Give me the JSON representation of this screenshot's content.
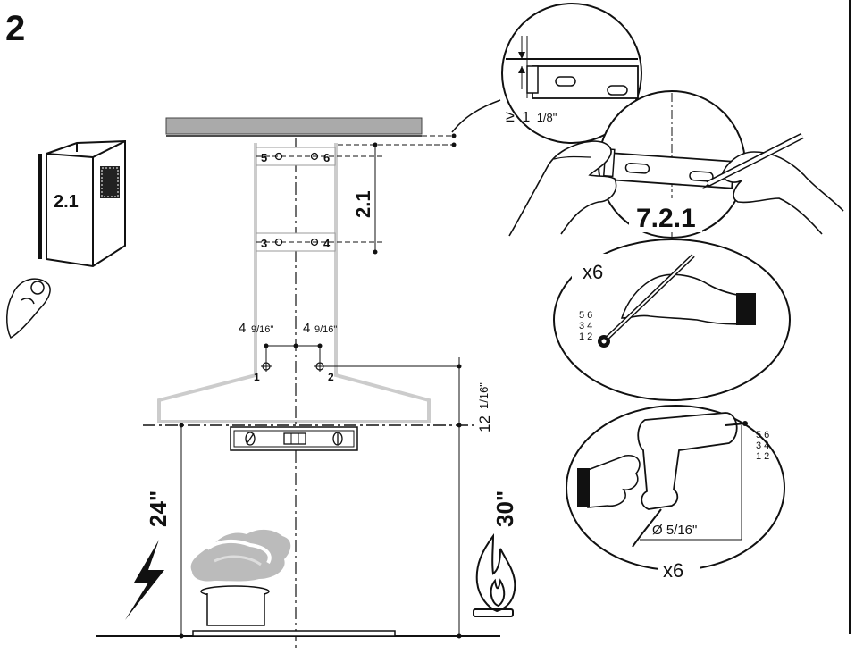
{
  "step_number": "2",
  "cabinet_label": "2.1",
  "distance_vertical": "2.1",
  "hole_numbers": {
    "h5": "5",
    "h6": "6",
    "h3": "3",
    "h4": "4",
    "h1": "1",
    "h2": "2"
  },
  "half_spacing_left": "4",
  "half_spacing_left_frac": "9/16\"",
  "half_spacing_right": "4",
  "half_spacing_right_frac": "9/16\"",
  "upper_offset": "12",
  "upper_offset_frac": "1/16\"",
  "electric_height": "24\"",
  "gas_height": "30\"",
  "bracket_gap_symbol": "≥",
  "bracket_gap": "1",
  "bracket_gap_frac": "1/8\"",
  "detail_label": "7.2.1",
  "mark_times": "x6",
  "mark_hole_list": [
    "5 6",
    "3 4",
    "1 2"
  ],
  "drill_hole_list": [
    "5 6",
    "3 4",
    "1 2"
  ],
  "drill_diameter": "Ø 5/16\"",
  "drill_times": "x6",
  "icons": [
    "lightning-icon",
    "flame-icon",
    "spirit-level-icon",
    "pencil-icon",
    "drill-icon",
    "pot-steam-icon"
  ]
}
